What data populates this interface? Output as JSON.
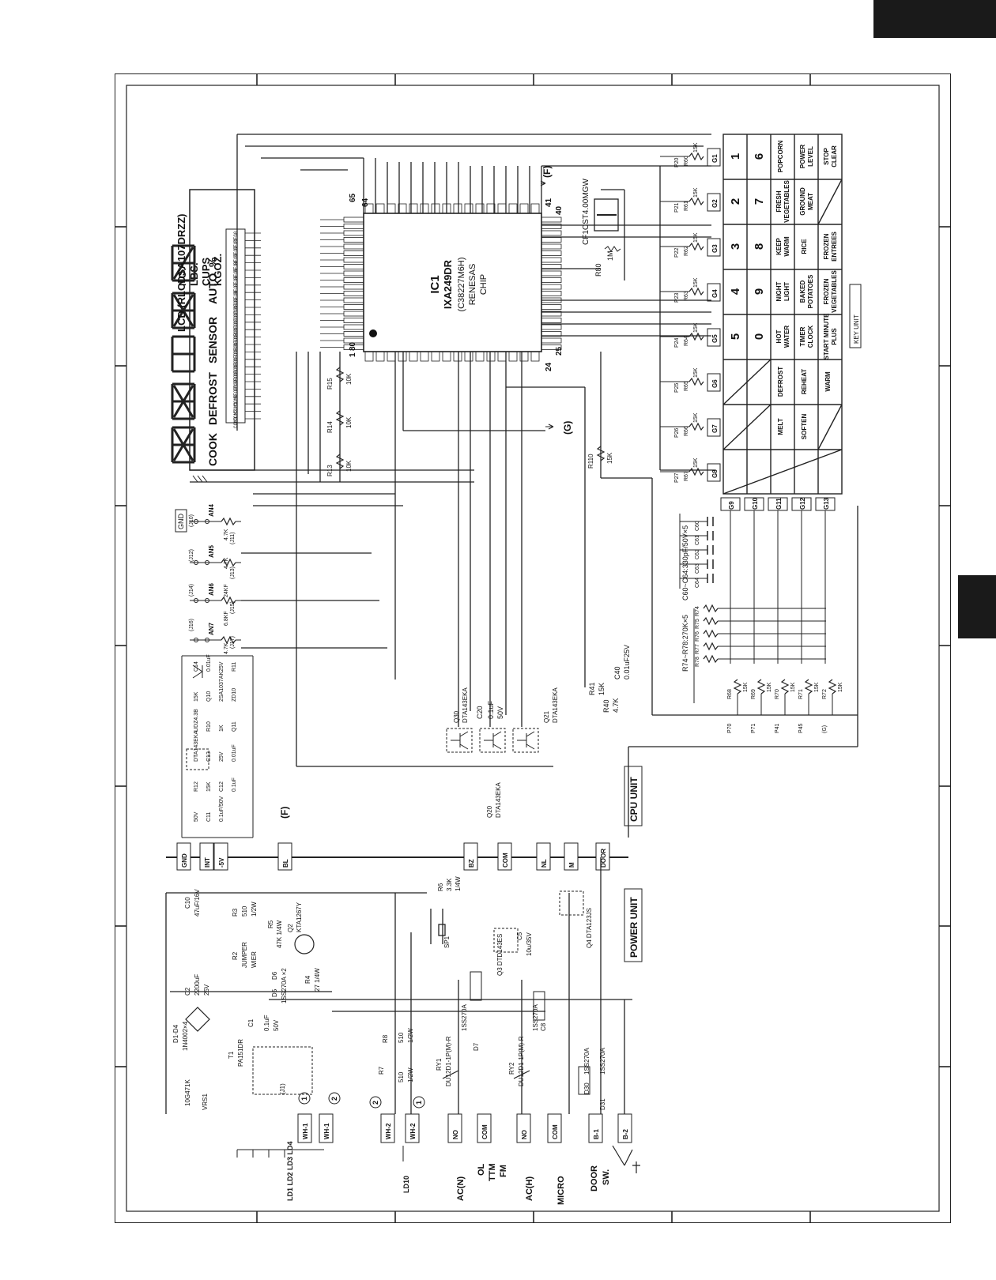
{
  "lcd": {
    "title": "LCD (RLCDSA107DRZZ)",
    "indicators": [
      "COOK",
      "DEFROST",
      "SENSOR",
      "AUTO",
      "%"
    ],
    "units": [
      "NO.",
      "LBS.",
      "CUPS",
      "KGOZ."
    ],
    "pins": [
      "SEG0",
      "SEG1",
      "SEG2",
      "SEG3",
      "SEG4",
      "SEG5",
      "SEG6",
      "SEG7",
      "SEG8",
      "SEG9",
      "SEG10",
      "SEG11",
      "SEG12",
      "SEG13",
      "SEG14",
      "SEG15",
      "SEG16",
      "SEG17",
      "SEG18",
      "SEG19",
      "SEG20",
      "SEG21",
      "COM0",
      "COM1",
      "COM2",
      "COM3"
    ]
  },
  "ic1": {
    "ref": "IC1",
    "part": "IXA249DR",
    "alt_part": "(C38227M6H)",
    "maker": "RENESAS",
    "type": "CHIP",
    "pin_numbers": {
      "p64": "64",
      "p65": "65",
      "p41": "41",
      "p40": "40",
      "p80": "80",
      "p1": "1",
      "p24": "24",
      "p25": "25"
    }
  },
  "keypad": {
    "grid_labels": [
      "G1",
      "G2",
      "G3",
      "G4",
      "G5",
      "G6",
      "G7",
      "G8"
    ],
    "port_labels": [
      "P20",
      "P21",
      "P22",
      "P23",
      "P24",
      "P25",
      "P26",
      "P27"
    ],
    "resistor_labels": [
      "R60",
      "R61",
      "R62",
      "R63",
      "R64",
      "R65",
      "R66",
      "R67"
    ],
    "resistor_value": "15K",
    "g_col_labels": [
      "G9",
      "G10",
      "G11",
      "G12",
      "G13"
    ],
    "rows": [
      [
        "1",
        "6",
        "POPCORN",
        "POWER LEVEL",
        "STOP CLEAR"
      ],
      [
        "2",
        "7",
        "FRESH VEGETABLES",
        "GROUND MEAT",
        ""
      ],
      [
        "3",
        "8",
        "KEEP WARM",
        "RICE",
        "FROZEN ENTREES"
      ],
      [
        "4",
        "9",
        "NIGHT LIGHT",
        "BAKED POTATOES",
        "FROZEN VEGETABLES"
      ],
      [
        "5",
        "0",
        "HOT WATER",
        "TIMER CLOCK",
        "START MINUTE PLUS"
      ],
      [
        "",
        "",
        "DEFROST",
        "REHEAT",
        "WARM"
      ],
      [
        "",
        "",
        "MELT",
        "SOFTEN",
        ""
      ],
      [
        "",
        "",
        "",
        "",
        ""
      ]
    ],
    "unit_label": "KEY UNIT"
  },
  "caps_key": {
    "labels": [
      "C60",
      "C61",
      "C62",
      "C63",
      "C64"
    ],
    "note": "C60~C64:330pF/50V×5"
  },
  "res_key": {
    "labels": [
      "R74",
      "R75",
      "R76",
      "R77",
      "R78"
    ],
    "note": "R74~R78:270K×5"
  },
  "res_lower": [
    {
      "ref": "R68",
      "val": "15K",
      "port": "P70"
    },
    {
      "ref": "R69",
      "val": "15K",
      "port": "P71"
    },
    {
      "ref": "R70",
      "val": "15K",
      "port": "P41"
    },
    {
      "ref": "R71",
      "val": "15K",
      "port": "P45"
    },
    {
      "ref": "R72",
      "val": "15K",
      "port": "(G)"
    }
  ],
  "cf1": {
    "label": "CF1CST4.00MGW",
    "r80": "R80",
    "r80_val": "1M"
  },
  "small_res": [
    {
      "ref": "R15",
      "val": "10K"
    },
    {
      "ref": "R14",
      "val": "10K"
    },
    {
      "ref": "R13",
      "val": "10K"
    },
    {
      "ref": "R110",
      "val": "15K"
    }
  ],
  "analog": {
    "gnd": "GND",
    "jumpers": [
      "(J10)",
      "(J11)",
      "(J12)",
      "(J13)",
      "(J14)",
      "(J15)",
      "(J16)",
      "(J17)"
    ],
    "an_labels": [
      "AN4",
      "AN5",
      "AN6",
      "AN7"
    ],
    "values": [
      "4.7K",
      "4.7K",
      "24KF",
      "6.8KF",
      "4.7K"
    ]
  },
  "cpu_parts": [
    "C14",
    "0.01uF",
    "25V",
    "R11",
    "15K",
    "Q10",
    "2SA1037AK",
    "ZD10",
    "UDZ4.3B",
    "R10",
    "1K",
    "Q11",
    "DTA143EKA",
    "C13",
    "25V",
    "0.01uF",
    "R12",
    "15K",
    "C12",
    "0.1uF",
    "50V",
    "C11",
    "0.1uF/50V"
  ],
  "transistors": [
    {
      "ref": "Q30",
      "part": "DTA143EKA"
    },
    {
      "ref": "Q20",
      "part": "DTA143EKA"
    },
    {
      "ref": "Q21",
      "part": "DTA143EKA"
    }
  ],
  "c20": {
    "ref": "C20",
    "val": "0.1uF",
    "volt": "50V"
  },
  "r41": {
    "ref": "R41",
    "val": "15K"
  },
  "r40": {
    "ref": "R40",
    "val": "4.7K"
  },
  "c40": {
    "ref": "C40",
    "val": "0.01uF25V"
  },
  "connectors": [
    "GND",
    "INT",
    "-5V",
    "BL",
    "BZ",
    "COM",
    "NL",
    "M",
    "DOOR"
  ],
  "flags": {
    "f": "(F)",
    "g": "(G)"
  },
  "unit_labels": {
    "cpu": "CPU UNIT",
    "power": "POWER UNIT"
  },
  "power_parts": {
    "c10": "C10",
    "c10v": "47uF/16V",
    "r3": "R3",
    "r3v": "510",
    "r3w": "1/2W",
    "r5": "R5",
    "r5v": "47K 1/4W",
    "q2": "Q2",
    "q2p": "KTA1267Y",
    "r6": "R6",
    "r6v": "3.3K",
    "r6w": "1/4W",
    "sp1": "SP1",
    "q3": "Q3 DTD143ES",
    "c5": "C5",
    "c5v": "10u/35V",
    "q4": "Q4 DTA123JS",
    "r2": "R2",
    "jumper": "JUMPER",
    "wier": "WIER",
    "c2": "C2",
    "c2v": "2200uF",
    "c2vv": "25V",
    "d6": "D6",
    "d5": "D5",
    "d56": "1SS270A ×2",
    "r4": "R4",
    "r4v": "27 1/4W",
    "c1": "C1",
    "c1v": "0.1uF",
    "c1vv": "50V",
    "d14": "D1-D4",
    "d14p": "1N4002×4",
    "t1": "T1",
    "t1p": "PA151DR",
    "j1": "(J1)",
    "vrs1": "VRS1",
    "vrs1p": "10G471K",
    "r8": "R8",
    "r8v": "510",
    "r8w": "1/2W",
    "r7": "R7",
    "r7v": "510",
    "r7w": "1/2W",
    "d7": "D7",
    "d7p": "1SS270A",
    "c8": "C8",
    "c8p": "1SS270A",
    "ry1": "RY1",
    "ry1p": "DU12D1-1P(M)-R",
    "ry2": "RY2",
    "ry2p": "DU12D1-1P(M)-R",
    "d30": "D30",
    "d30p": "1SS270A",
    "d31": "D31",
    "d31p": "1SS270A"
  },
  "bottom_connectors": [
    "WH-1",
    "WH-1",
    "WH-2",
    "WH-2",
    "NO",
    "COM",
    "NO",
    "COM",
    "B-1",
    "B-2"
  ],
  "circled_numbers": [
    "1",
    "2",
    "2",
    "1"
  ],
  "bottom_labels": {
    "leds": "LD1 LD2 LD3 LD4",
    "ld10": "LD10",
    "acn": "AC(N)",
    "ol": "OL",
    "ttm": "TTM",
    "fm": "FM",
    "ach": "AC(H)",
    "micro": "MICRO",
    "door": "DOOR",
    "sw": "SW."
  }
}
